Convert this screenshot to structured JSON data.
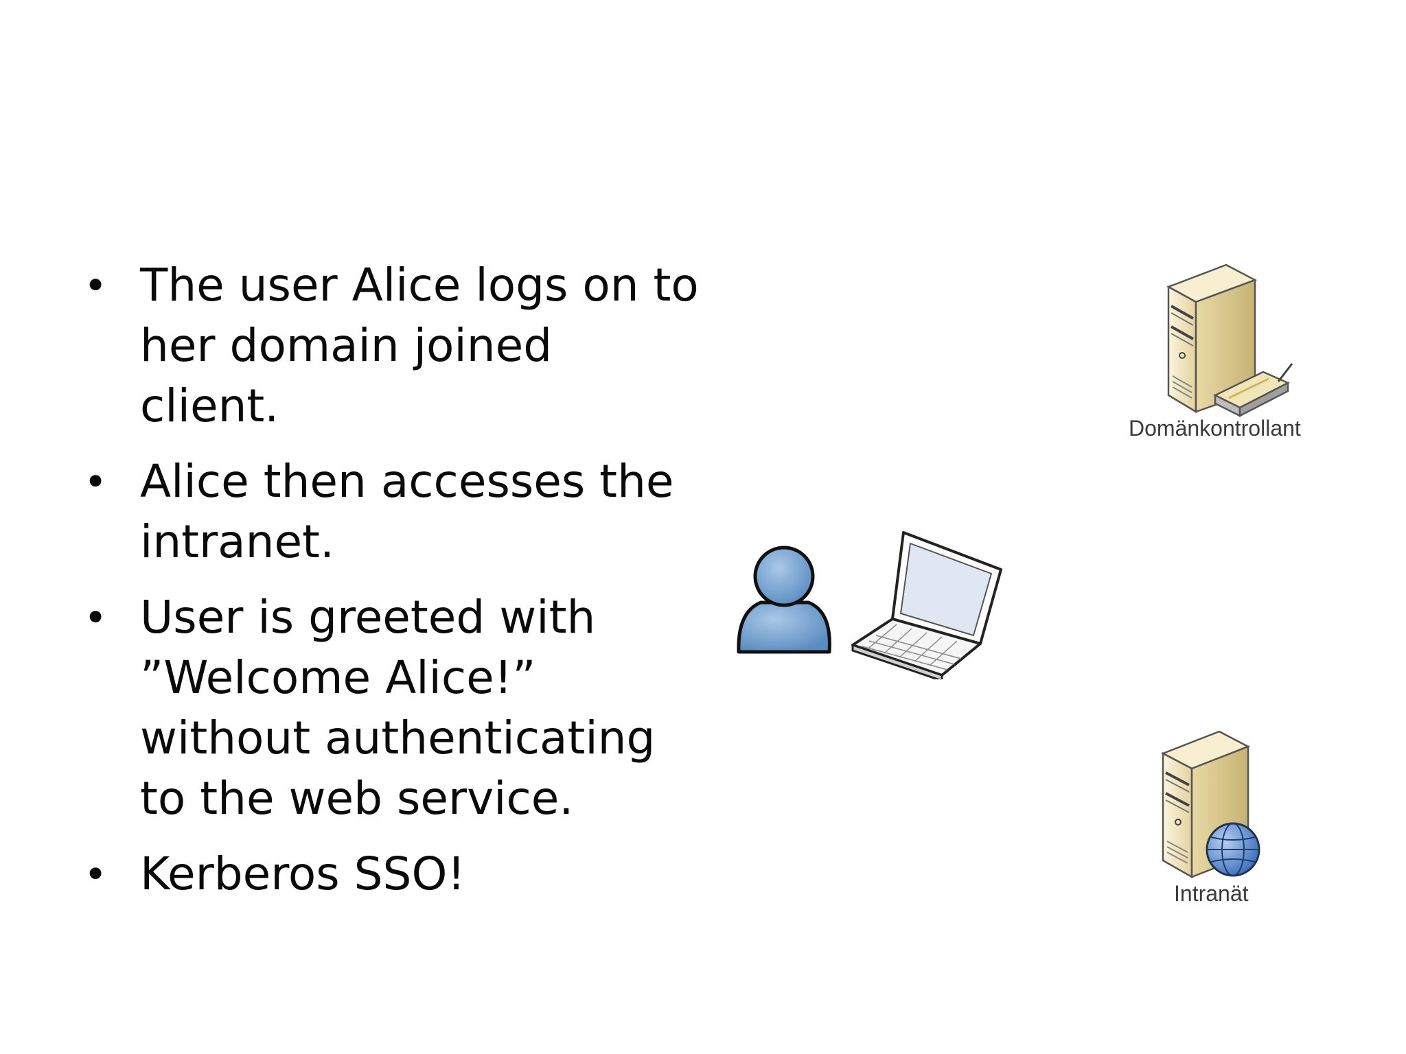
{
  "bullets": [
    "The user Alice logs on to her domain joined client.",
    "Alice then accesses the intranet.",
    "User is greeted with ”Welcome Alice!” without authenticating to the web service.",
    "Kerberos SSO!"
  ],
  "bullet_glyph": "•",
  "nodes": {
    "domain_controller": {
      "label": "Domänkontrollant",
      "icon": "server-with-router-icon"
    },
    "intranet": {
      "label": "Intranät",
      "icon": "server-with-globe-icon"
    },
    "user": {
      "icon": "user-icon"
    },
    "laptop": {
      "icon": "laptop-icon"
    }
  },
  "colors": {
    "server_body": "#e9dcb0",
    "user_blue": "#6d9ccc",
    "globe_blue": "#4a7fc8"
  }
}
